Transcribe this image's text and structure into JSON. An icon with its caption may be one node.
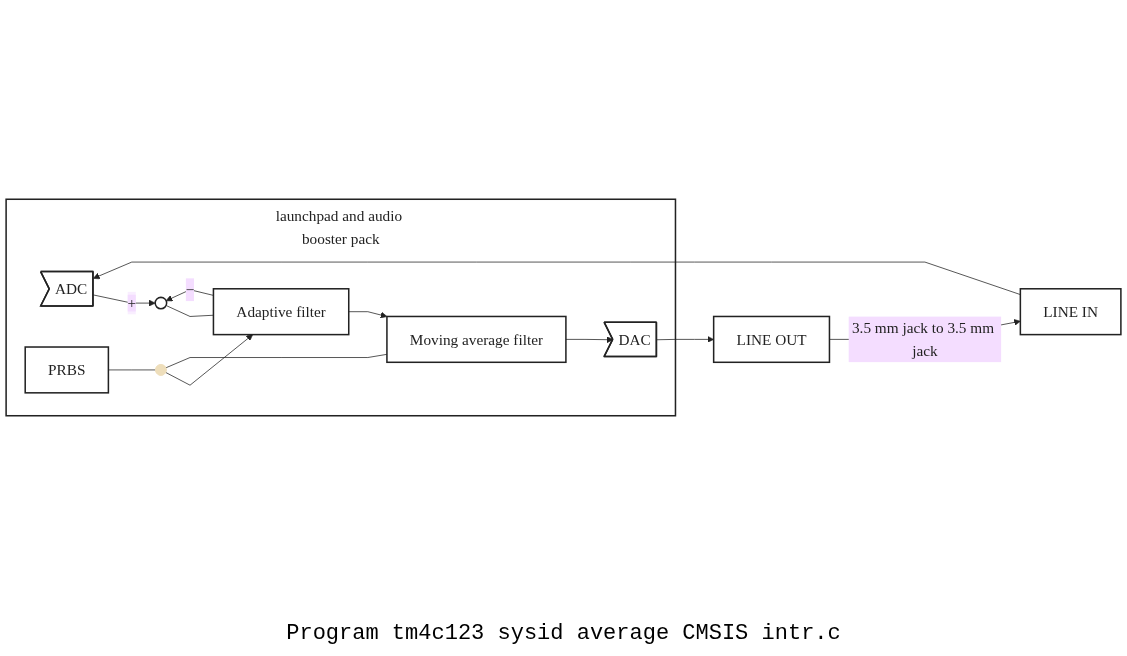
{
  "diagram": {
    "caption": "Program tm4c123 sysid average CMSIS intr.c",
    "nodes": [
      {
        "text": [
          "launchpad and audio booster pack"
        ]
      },
      {
        "text": [
          "LINE IN"
        ]
      },
      {
        "text": [
          "ADC"
        ],
        "in": 0
      },
      {
        "text": [],
        "shape": "circle",
        "beside": [
          "+",
          "−"
        ],
        "in": 0
      },
      {
        "text": [
          "Adaptive filter"
        ],
        "in": 0
      },
      {
        "text": [
          "LINE OUT"
        ]
      },
      {
        "text": [
          "DAC"
        ],
        "in": 0
      },
      {
        "text": [
          "Moving average filter"
        ],
        "in": 0
      },
      {
        "text": [],
        "shape": "dot",
        "in": 0
      },
      {
        "text": [
          "PRBS"
        ],
        "in": 0
      }
    ],
    "edges": [
      {
        "from": 5,
        "to": 1,
        "arrow": "to",
        "label": "3.5 mm jack to 3.5 mm jack"
      },
      {
        "from": 1,
        "to": 2,
        "arrow": "to"
      },
      {
        "from": 2,
        "to": 3,
        "arrow": "to"
      },
      {
        "from": 4,
        "to": 3,
        "arrow": "to"
      },
      {
        "from": 3,
        "to": 4,
        "arrow": "none"
      },
      {
        "from": 4,
        "to": 7,
        "arrow": "to"
      },
      {
        "from": 9,
        "to": 8,
        "arrow": "none"
      },
      {
        "from": 8,
        "to": 4,
        "arrow": "to"
      },
      {
        "from": 8,
        "to": 7,
        "arrow": "none"
      },
      {
        "from": 7,
        "to": 6,
        "arrow": "to"
      },
      {
        "from": 6,
        "to": 5,
        "arrow": "to"
      }
    ]
  }
}
